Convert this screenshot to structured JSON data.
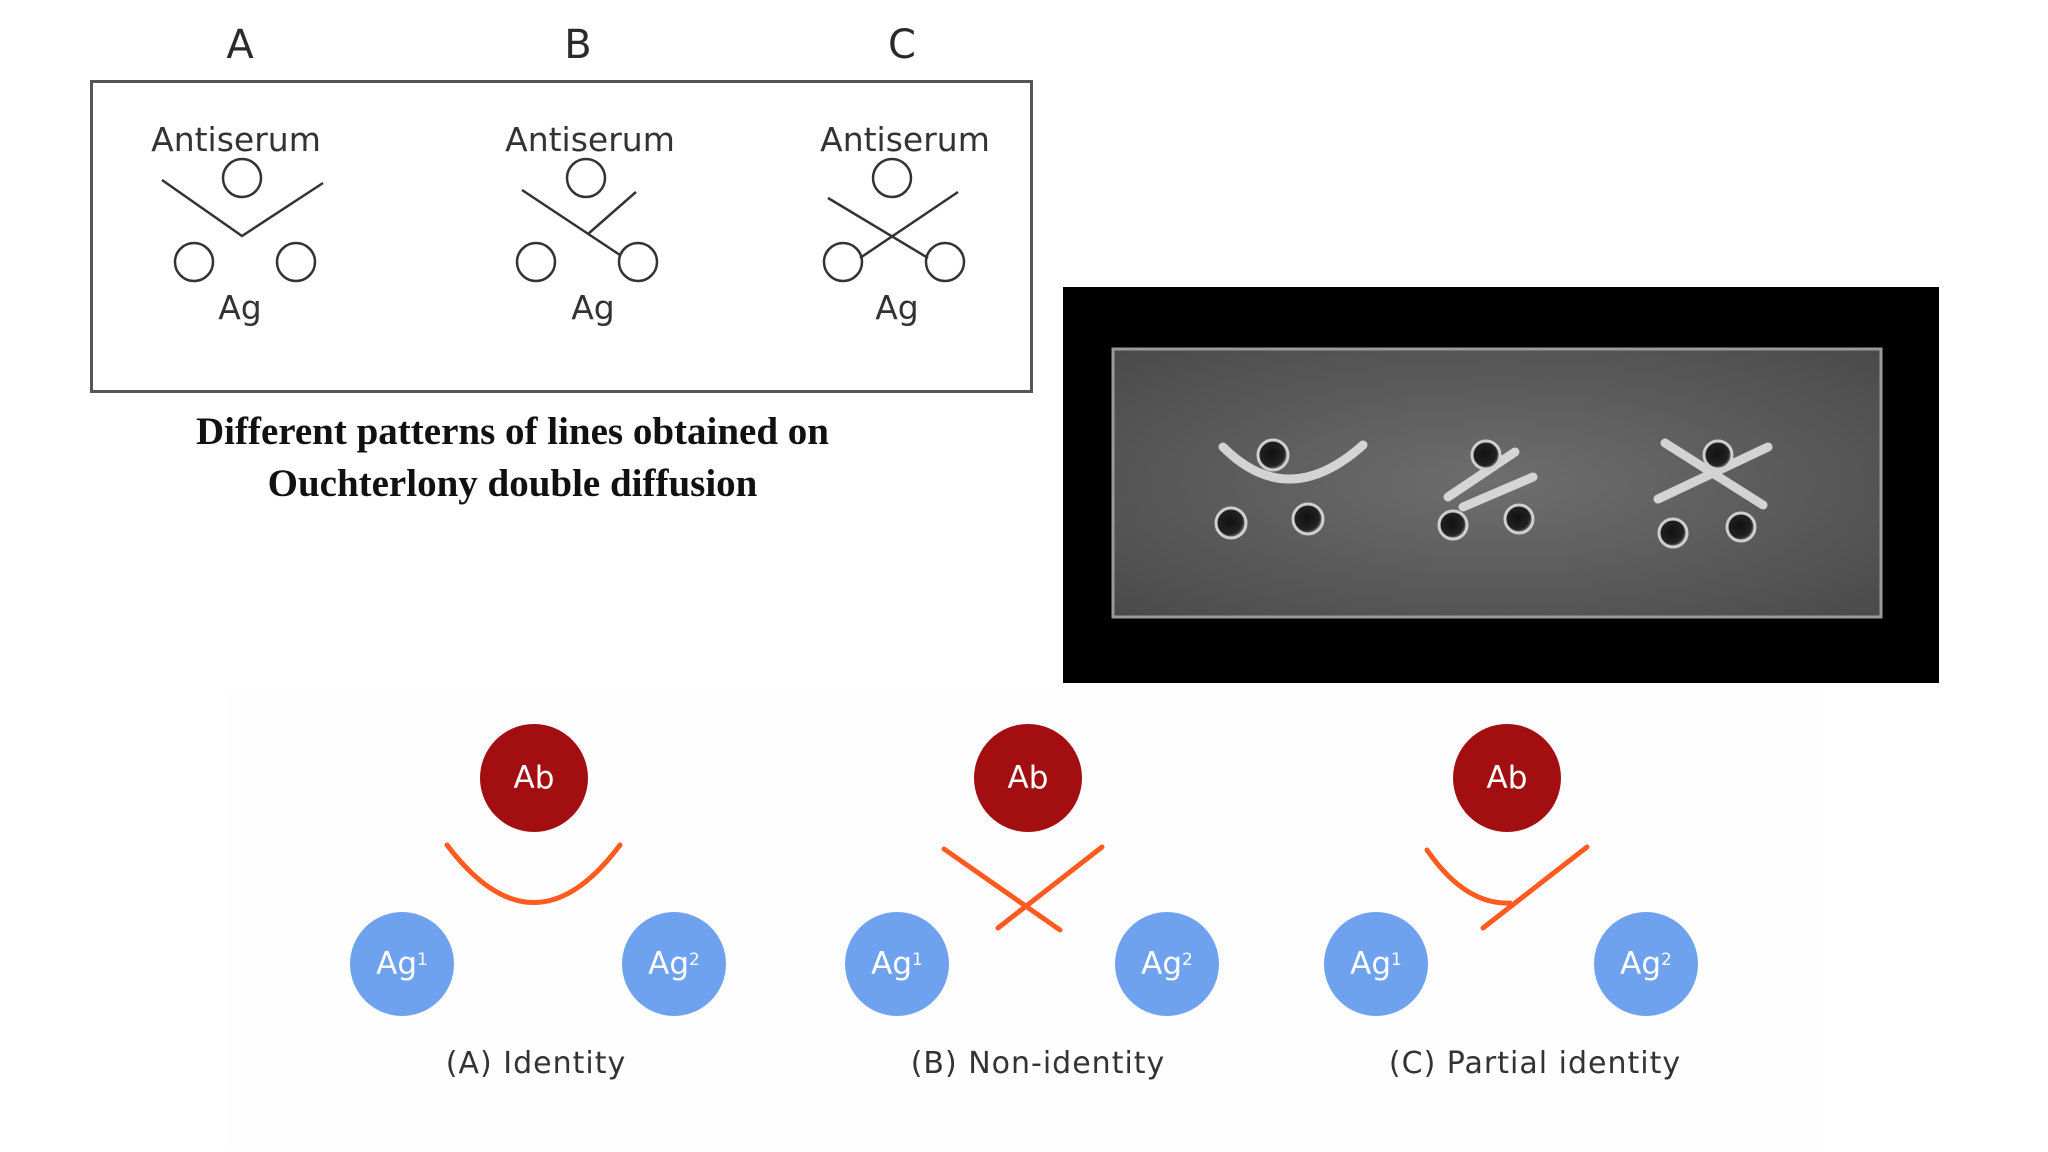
{
  "top_diagram": {
    "columns": [
      {
        "letter": "A",
        "top_label": "Antiserum",
        "bottom_label": "Ag"
      },
      {
        "letter": "B",
        "top_label": "Antiserum",
        "bottom_label": "Ag"
      },
      {
        "letter": "C",
        "top_label": "Antiserum",
        "bottom_label": "Ag"
      }
    ],
    "caption_line1": "Different patterns of lines obtained on",
    "caption_line2": "Ouchterlony  double diffusion"
  },
  "bottom_diagram": {
    "panels": [
      {
        "ab_label": "Ab",
        "ag1_label": "Ag",
        "ag1_sup": "1",
        "ag2_label": "Ag",
        "ag2_sup": "2",
        "caption": "(A) Identity"
      },
      {
        "ab_label": "Ab",
        "ag1_label": "Ag",
        "ag1_sup": "1",
        "ag2_label": "Ag",
        "ag2_sup": "2",
        "caption": "(B) Non-identity"
      },
      {
        "ab_label": "Ab",
        "ag1_label": "Ag",
        "ag1_sup": "1",
        "ag2_label": "Ag",
        "ag2_sup": "2",
        "caption": "(C) Partial identity"
      }
    ]
  },
  "colors": {
    "ab_circle": "#a30f10",
    "ag_circle": "#6ea2ee",
    "precipitin_line": "#ff5a1f"
  }
}
